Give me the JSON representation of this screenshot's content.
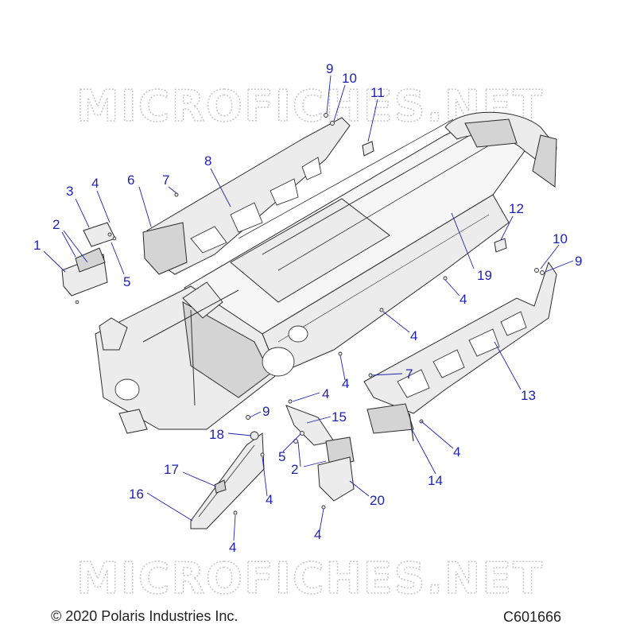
{
  "watermark": "MICROFICHES.NET",
  "copyright": "© 2020 Polaris Industries Inc.",
  "diagram_code": "C601666",
  "callouts": [
    "9",
    "10",
    "11",
    "3",
    "4",
    "6",
    "7",
    "8",
    "2",
    "1",
    "5",
    "12",
    "10",
    "9",
    "19",
    "4",
    "4",
    "4",
    "7",
    "13",
    "4",
    "15",
    "9",
    "18",
    "5",
    "2",
    "17",
    "16",
    "4",
    "20",
    "4",
    "14",
    "4",
    "4"
  ],
  "colors": {
    "callout": "#1e22b4",
    "line_art": "#2a2a2a",
    "watermark": "#c8c8c8"
  }
}
